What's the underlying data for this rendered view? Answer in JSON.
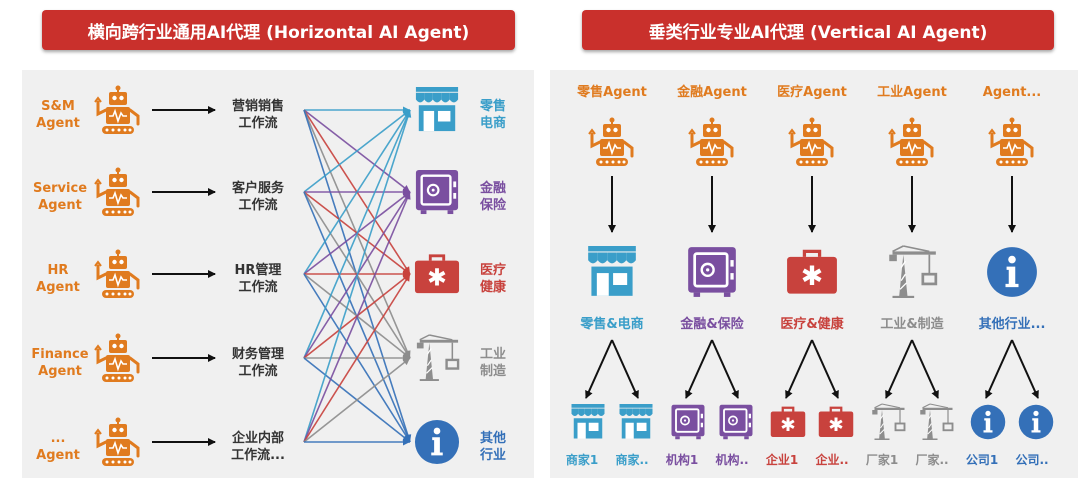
{
  "header": {
    "left_title": "横向跨行业通用AI代理 (Horizontal AI Agent)",
    "right_title": "垂类行业专业AI代理 (Vertical AI Agent)"
  },
  "colors": {
    "banner": "#c9302c",
    "agent_orange": "#e07b1f",
    "retail": "#3a9ec9",
    "finance": "#7a4fa0",
    "medical": "#c8423d",
    "industry": "#8d8d8d",
    "other": "#3470b8"
  },
  "horizontal": {
    "agents": [
      {
        "line1": "S&M",
        "line2": "Agent"
      },
      {
        "line1": "Service",
        "line2": "Agent"
      },
      {
        "line1": "HR",
        "line2": "Agent"
      },
      {
        "line1": "Finance",
        "line2": "Agent"
      },
      {
        "line1": "...",
        "line2": "Agent"
      }
    ],
    "workflows": [
      {
        "line1": "营销销售",
        "line2": "工作流"
      },
      {
        "line1": "客户服务",
        "line2": "工作流"
      },
      {
        "line1": "HR管理",
        "line2": "工作流"
      },
      {
        "line1": "财务管理",
        "line2": "工作流"
      },
      {
        "line1": "企业内部",
        "line2": "工作流..."
      }
    ],
    "industries": [
      {
        "line1": "零售",
        "line2": "电商",
        "icon": "store-icon",
        "color": "#3a9ec9"
      },
      {
        "line1": "金融",
        "line2": "保险",
        "icon": "safe-icon",
        "color": "#7a4fa0"
      },
      {
        "line1": "医疗",
        "line2": "健康",
        "icon": "medical-kit-icon",
        "color": "#c8423d"
      },
      {
        "line1": "工业",
        "line2": "制造",
        "icon": "crane-icon",
        "color": "#8d8d8d"
      },
      {
        "line1": "其他",
        "line2": "行业",
        "icon": "info-icon",
        "color": "#3470b8"
      }
    ]
  },
  "vertical": {
    "columns": [
      {
        "agent": "零售Agent",
        "icon": "store-icon",
        "color": "#3a9ec9",
        "label": "零售&电商",
        "subs": [
          "商家1",
          "商家.."
        ]
      },
      {
        "agent": "金融Agent",
        "icon": "safe-icon",
        "color": "#7a4fa0",
        "label": "金融&保险",
        "subs": [
          "机构1",
          "机构.."
        ]
      },
      {
        "agent": "医疗Agent",
        "icon": "medical-kit-icon",
        "color": "#c8423d",
        "label": "医疗&健康",
        "subs": [
          "企业1",
          "企业.."
        ]
      },
      {
        "agent": "工业Agent",
        "icon": "crane-icon",
        "color": "#8d8d8d",
        "label": "工业&制造",
        "subs": [
          "厂家1",
          "厂家.."
        ]
      },
      {
        "agent": "Agent...",
        "icon": "info-icon",
        "color": "#3470b8",
        "label": "其他行业...",
        "subs": [
          "公司1",
          "公司.."
        ]
      }
    ]
  }
}
